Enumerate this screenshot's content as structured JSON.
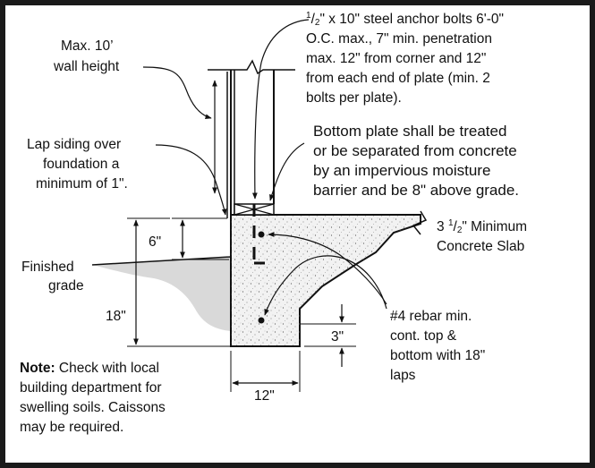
{
  "labels": {
    "wall_height_1": "Max. 10’",
    "wall_height_2": "wall height",
    "anchor_sup": "1",
    "anchor_sub": "2",
    "anchor_1_rest": "\" x 10\" steel anchor bolts 6'-0\"",
    "anchor_2": "O.C. max., 7\" min. penetration",
    "anchor_3": "max. 12\" from corner and 12\"",
    "anchor_4": "from each end of plate (min. 2",
    "anchor_5": "bolts per plate).",
    "plate_1": "Bottom plate shall be treated",
    "plate_2": "or be separated from concrete",
    "plate_3": "by an impervious moisture",
    "plate_4": "barrier and be 8\" above grade.",
    "siding_1": "Lap siding over",
    "siding_2": "foundation a",
    "siding_3": "minimum of 1\".",
    "slab_pre": "3 ",
    "slab_sup": "1",
    "slab_sub": "2",
    "slab_rest": "\" Minimum",
    "slab_2": "Concrete Slab",
    "dim_6": "6\"",
    "grade_1": "Finished",
    "grade_2": "grade",
    "dim_18": "18\"",
    "dim_3": "3\"",
    "rebar_1": "#4 rebar min.",
    "rebar_2": "cont. top &",
    "rebar_3": "bottom with 18\"",
    "rebar_4": "laps",
    "dim_12": "12\"",
    "note_head": "Note:",
    "note_1_rest": "  Check with local",
    "note_2": "building department for",
    "note_3": "swelling soils.  Caissons",
    "note_4": "may be required."
  }
}
